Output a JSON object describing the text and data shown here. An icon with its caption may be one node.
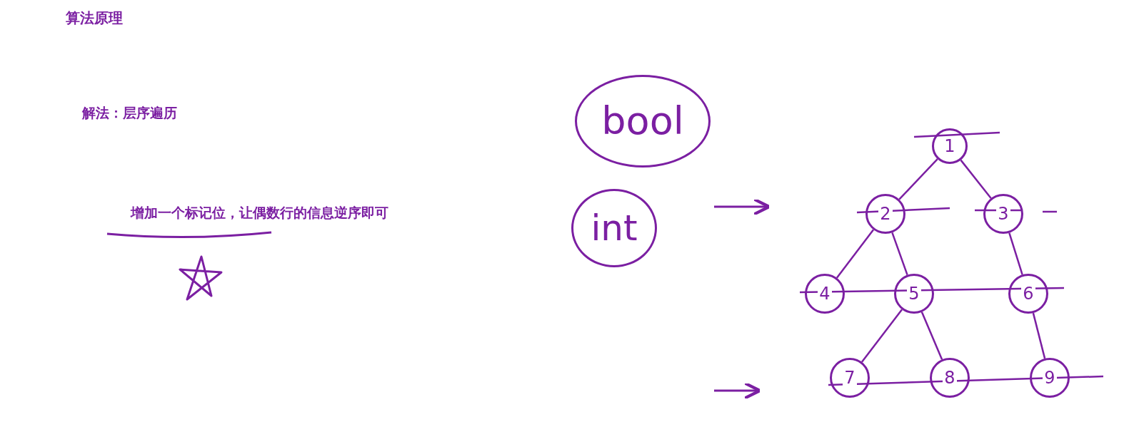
{
  "diagram": {
    "title": "算法原理",
    "nodes": [
      {
        "text": [
          "bool"
        ]
      },
      {
        "text": [
          "int"
        ]
      },
      {
        "text": [
          "1"
        ]
      },
      {
        "text": [
          "2"
        ]
      },
      {
        "text": [
          "3"
        ]
      },
      {
        "text": [
          "4"
        ]
      },
      {
        "text": [
          "5"
        ]
      },
      {
        "text": [
          "6"
        ]
      },
      {
        "text": [
          "7"
        ]
      },
      {
        "text": [
          "8"
        ]
      },
      {
        "text": [
          "9"
        ]
      }
    ],
    "edges": [
      {
        "from": 2,
        "to": 3,
        "arrow": "none"
      },
      {
        "from": 2,
        "to": 4,
        "arrow": "none"
      },
      {
        "from": 3,
        "to": 5,
        "arrow": "none"
      },
      {
        "from": 3,
        "to": 6,
        "arrow": "none"
      },
      {
        "from": 4,
        "to": 7,
        "arrow": "none"
      },
      {
        "from": 6,
        "to": 8,
        "arrow": "none"
      },
      {
        "from": 6,
        "to": 9,
        "arrow": "none"
      },
      {
        "from": 7,
        "to": 10,
        "arrow": "none"
      }
    ],
    "labels": [
      "解法：层序遍历",
      "增加一个标记位，让偶数行的信息逆序即可"
    ]
  }
}
